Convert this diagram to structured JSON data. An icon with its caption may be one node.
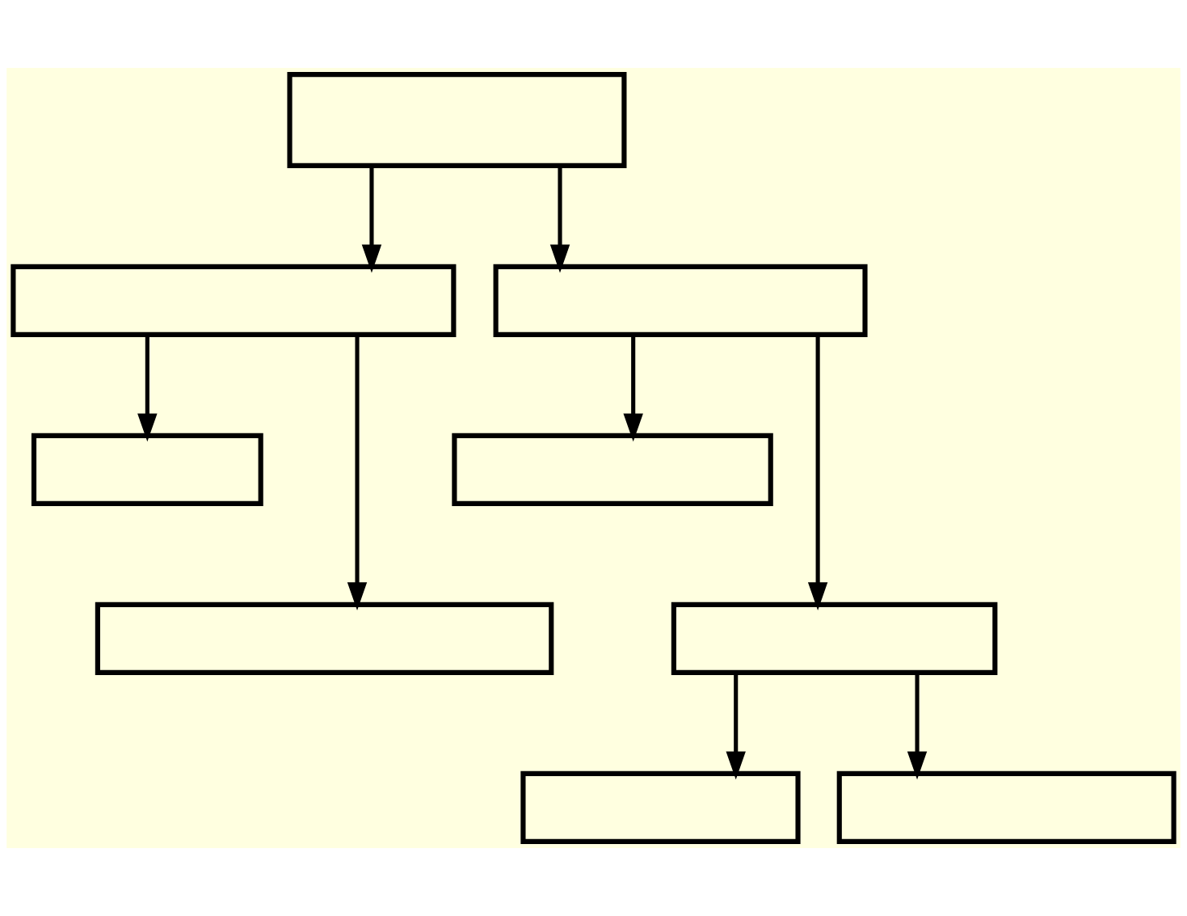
{
  "diagram": {
    "nodes": [
      {
        "text": [],
        "shape": "box"
      },
      {
        "text": [],
        "shape": "box"
      },
      {
        "text": [],
        "shape": "box"
      },
      {
        "text": [],
        "shape": "box"
      },
      {
        "text": [],
        "shape": "box"
      },
      {
        "text": [],
        "shape": "box"
      },
      {
        "text": [],
        "shape": "box"
      },
      {
        "text": [],
        "shape": "box"
      },
      {
        "text": [],
        "shape": "box"
      }
    ],
    "edges": [
      {
        "from": 0,
        "to": 1,
        "arrow": "to"
      },
      {
        "from": 0,
        "to": 2,
        "arrow": "to"
      },
      {
        "from": 1,
        "to": 3,
        "arrow": "to"
      },
      {
        "from": 1,
        "to": 5,
        "arrow": "to"
      },
      {
        "from": 2,
        "to": 4,
        "arrow": "to"
      },
      {
        "from": 2,
        "to": 6,
        "arrow": "to"
      },
      {
        "from": 6,
        "to": 7,
        "arrow": "to"
      },
      {
        "from": 6,
        "to": 8,
        "arrow": "to"
      }
    ]
  }
}
